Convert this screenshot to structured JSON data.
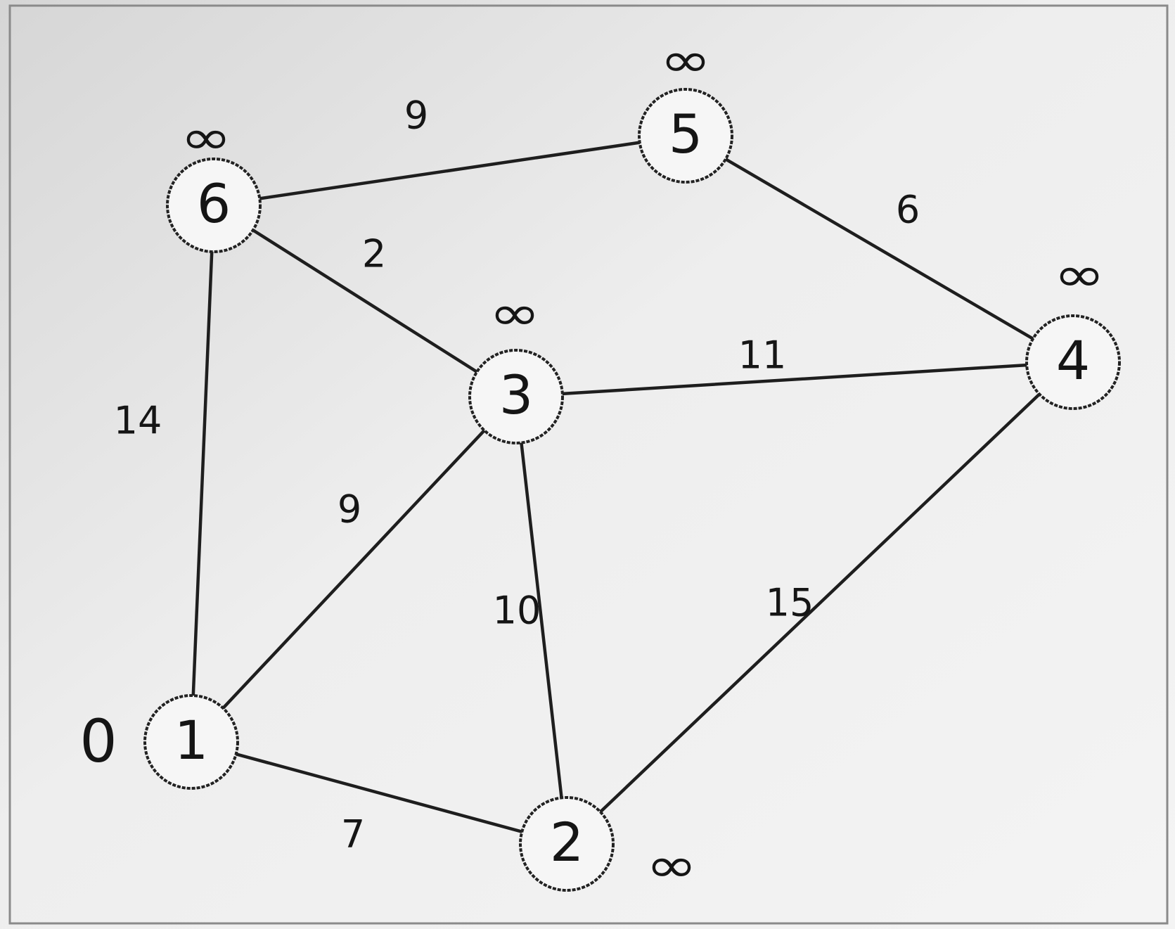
{
  "graph": {
    "nodes": [
      {
        "id": "1",
        "label": "1",
        "distance": "0"
      },
      {
        "id": "2",
        "label": "2",
        "distance": "∞"
      },
      {
        "id": "3",
        "label": "3",
        "distance": "∞"
      },
      {
        "id": "4",
        "label": "4",
        "distance": "∞"
      },
      {
        "id": "5",
        "label": "5",
        "distance": "∞"
      },
      {
        "id": "6",
        "label": "6",
        "distance": "∞"
      }
    ],
    "edges": [
      {
        "from": "1",
        "to": "2",
        "weight": "7"
      },
      {
        "from": "1",
        "to": "3",
        "weight": "9"
      },
      {
        "from": "1",
        "to": "6",
        "weight": "14"
      },
      {
        "from": "2",
        "to": "3",
        "weight": "10"
      },
      {
        "from": "2",
        "to": "4",
        "weight": "15"
      },
      {
        "from": "3",
        "to": "4",
        "weight": "11"
      },
      {
        "from": "3",
        "to": "6",
        "weight": "2"
      },
      {
        "from": "4",
        "to": "5",
        "weight": "6"
      },
      {
        "from": "5",
        "to": "6",
        "weight": "9"
      }
    ]
  }
}
